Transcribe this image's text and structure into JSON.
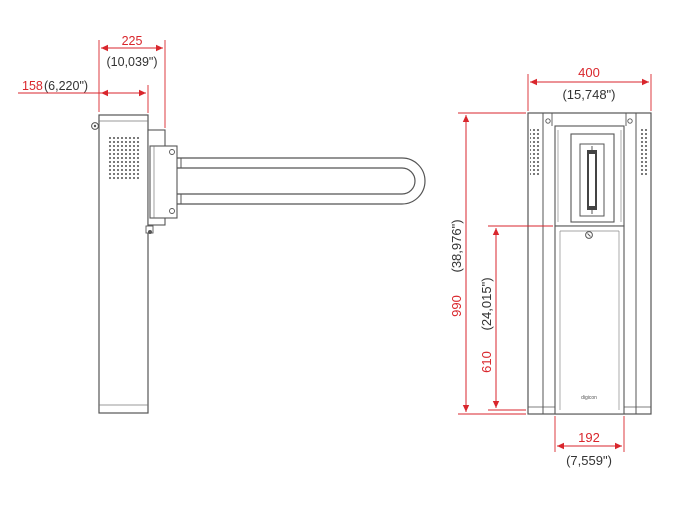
{
  "colors": {
    "dimension": "#d9262c",
    "outline": "#555555",
    "text": "#333333"
  },
  "dimensions": {
    "arm_mount_width": {
      "value": "225",
      "imperial": "(10,039\")"
    },
    "post_width": {
      "value": "158",
      "imperial": "(6,220\")"
    },
    "total_width": {
      "value": "400",
      "imperial": "(15,748\")"
    },
    "total_height": {
      "value": "990",
      "imperial": "(38,976\")"
    },
    "lower_height": {
      "value": "610",
      "imperial": "(24,015\")"
    },
    "front_panel_width": {
      "value": "192",
      "imperial": "(7,559\")"
    }
  },
  "logo_text": "digicon"
}
